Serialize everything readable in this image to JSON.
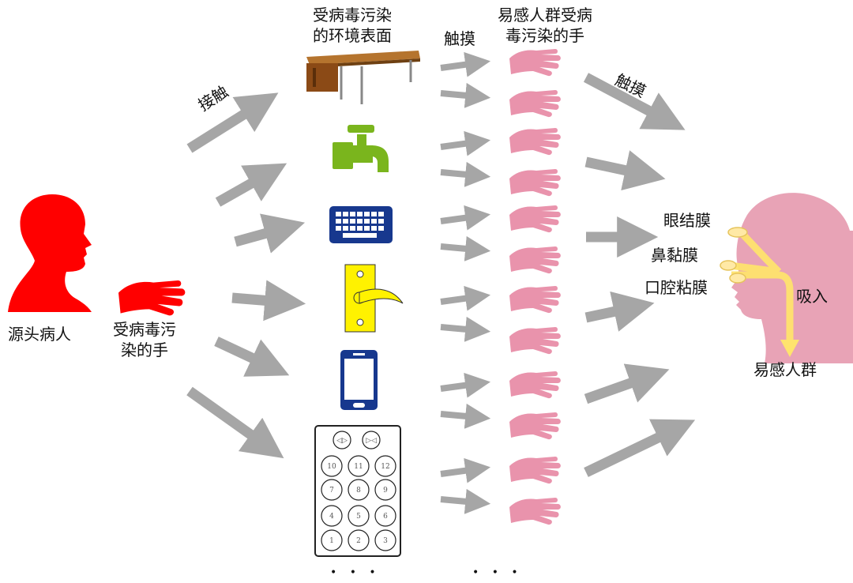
{
  "labels": {
    "source_patient": "源头病人",
    "contaminated_hand": "受病毒污\n染的手",
    "contact": "接触",
    "contaminated_surface": "受病毒污染\n的环境表面",
    "touch_top": "触摸",
    "susceptible_hands": "易感人群受病\n毒污染的手",
    "touch_right": "触摸",
    "conjunctiva": "眼结膜",
    "nasal_mucosa": "鼻黏膜",
    "oral_mucosa": "口腔粘膜",
    "inhale": "吸入",
    "susceptible_population": "易感人群",
    "ellipsis_left": "• • •",
    "ellipsis_right": "• • •"
  },
  "keypad": {
    "top_buttons": [
      "◁▷",
      "▷◁"
    ],
    "numbers": [
      "10",
      "11",
      "12",
      "7",
      "8",
      "9",
      "4",
      "5",
      "6",
      "1",
      "2",
      "3"
    ]
  },
  "colors": {
    "source_red": "#ff0000",
    "arrow_gray": "#a6a6a6",
    "pink_hand": "#e993ac",
    "head_pink": "#e8a3b6",
    "faucet_green": "#7ab51d",
    "keyboard_blue": "#17388e",
    "handle_yellow": "#fff200",
    "airflow_yellow": "#ffe36e"
  },
  "icons": [
    "desk-icon",
    "faucet-icon",
    "keyboard-icon",
    "door-handle-icon",
    "smartphone-icon",
    "elevator-keypad-icon"
  ]
}
